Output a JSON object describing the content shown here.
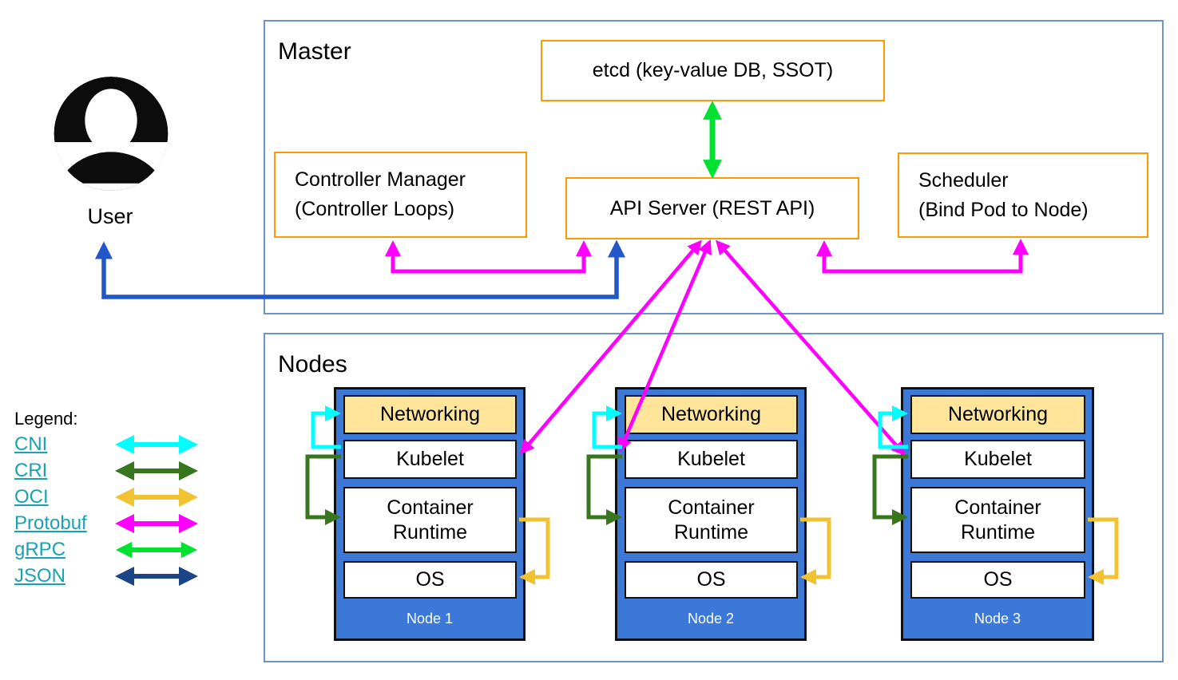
{
  "user": {
    "label": "User"
  },
  "master": {
    "title": "Master",
    "etcd_label": "etcd (key-value DB, SSOT)",
    "api_server_label": "API Server (REST API)",
    "controller_manager_line1": "Controller Manager",
    "controller_manager_line2": "(Controller Loops)",
    "scheduler_line1": "Scheduler",
    "scheduler_line2": "(Bind Pod to Node)"
  },
  "nodes_section": {
    "title": "Nodes",
    "nodes": [
      {
        "networking": "Networking",
        "kubelet": "Kubelet",
        "runtime_line1": "Container",
        "runtime_line2": "Runtime",
        "os": "OS",
        "name": "Node 1"
      },
      {
        "networking": "Networking",
        "kubelet": "Kubelet",
        "runtime_line1": "Container",
        "runtime_line2": "Runtime",
        "os": "OS",
        "name": "Node 2"
      },
      {
        "networking": "Networking",
        "kubelet": "Kubelet",
        "runtime_line1": "Container",
        "runtime_line2": "Runtime",
        "os": "OS",
        "name": "Node 3"
      }
    ]
  },
  "legend": {
    "title": "Legend:",
    "items": [
      {
        "label": "CNI",
        "color": "#00ffff"
      },
      {
        "label": "CRI",
        "color": "#38761d"
      },
      {
        "label": "OCI",
        "color": "#f1c232"
      },
      {
        "label": "Protobuf",
        "color": "#ff00ff"
      },
      {
        "label": "gRPC",
        "color": "#00e132"
      },
      {
        "label": "JSON",
        "color": "#1c4587"
      }
    ]
  },
  "colors": {
    "cni": "#00ffff",
    "cri": "#38761d",
    "oci": "#f1c232",
    "protobuf": "#ff00ff",
    "grpc": "#00e132",
    "json_dark": "#1c4587",
    "user_arrow": "#2157c8",
    "box_border_orange": "#ff9900",
    "node_fill": "#3c78d8",
    "networking_fill": "#ffe599",
    "frame_border": "#6e93c6",
    "legend_link": "#18a2b2"
  }
}
